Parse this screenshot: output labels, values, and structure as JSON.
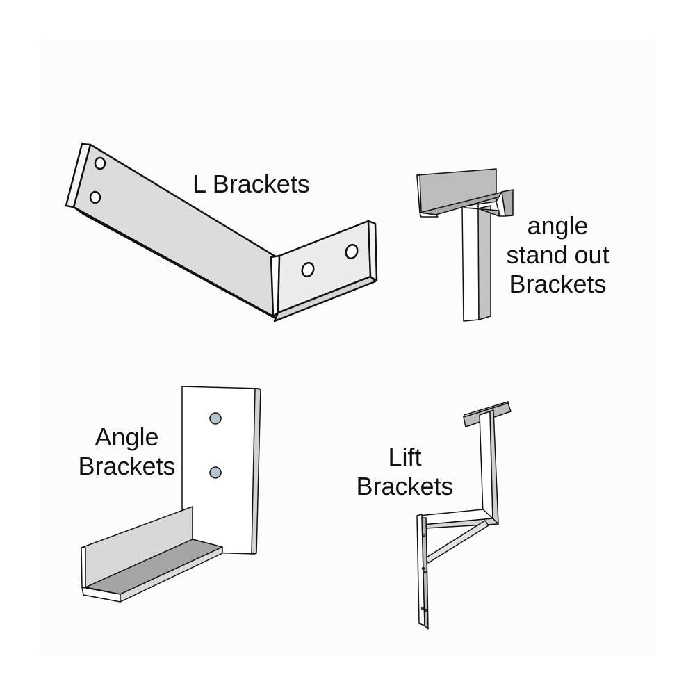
{
  "diagram": {
    "items": [
      {
        "id": "l-brackets",
        "label": "L Brackets",
        "lines": [
          "L Brackets"
        ]
      },
      {
        "id": "angle-stand-out-brackets",
        "label": "angle stand out Brackets",
        "lines": [
          "angle",
          "stand out",
          "Brackets"
        ]
      },
      {
        "id": "angle-brackets",
        "label": "Angle Brackets",
        "lines": [
          "Angle",
          "Brackets"
        ]
      },
      {
        "id": "lift-brackets",
        "label": "Lift Brackets",
        "lines": [
          "Lift",
          "Brackets"
        ]
      }
    ]
  },
  "colors": {
    "background": "#ffffff",
    "panel": "#fcfcfc",
    "face_light": "#e6e6e6",
    "face_mid": "#c8c8c8",
    "face_dark": "#a9a9a9",
    "outline": "#111111",
    "hole": "#b8c4cc"
  }
}
